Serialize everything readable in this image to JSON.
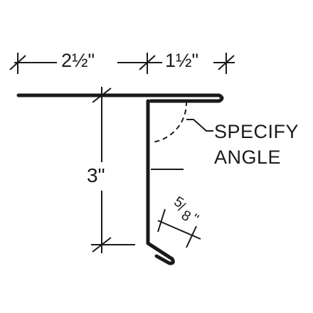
{
  "dimensions": {
    "top_left": "2½\"",
    "top_right": "1½\"",
    "height": "3\"",
    "hem_numerator": "5",
    "hem_denominator": "8",
    "hem_unit": "\""
  },
  "callout": {
    "line1": "SPECIFY",
    "line2": "ANGLE"
  },
  "colors": {
    "ink": "#1a1a1a",
    "background": "#ffffff"
  }
}
